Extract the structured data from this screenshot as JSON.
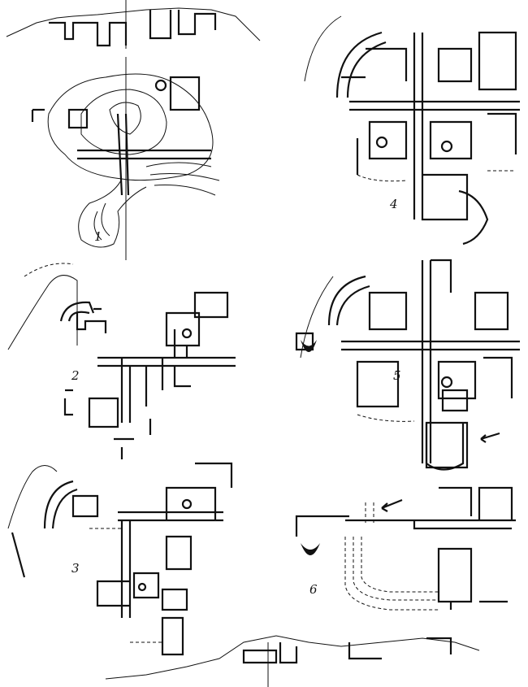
{
  "figure": {
    "plan_labels": [
      "1",
      "2",
      "3",
      "4",
      "5",
      "6"
    ],
    "ink_color": "#111111",
    "background": "#ffffff"
  }
}
